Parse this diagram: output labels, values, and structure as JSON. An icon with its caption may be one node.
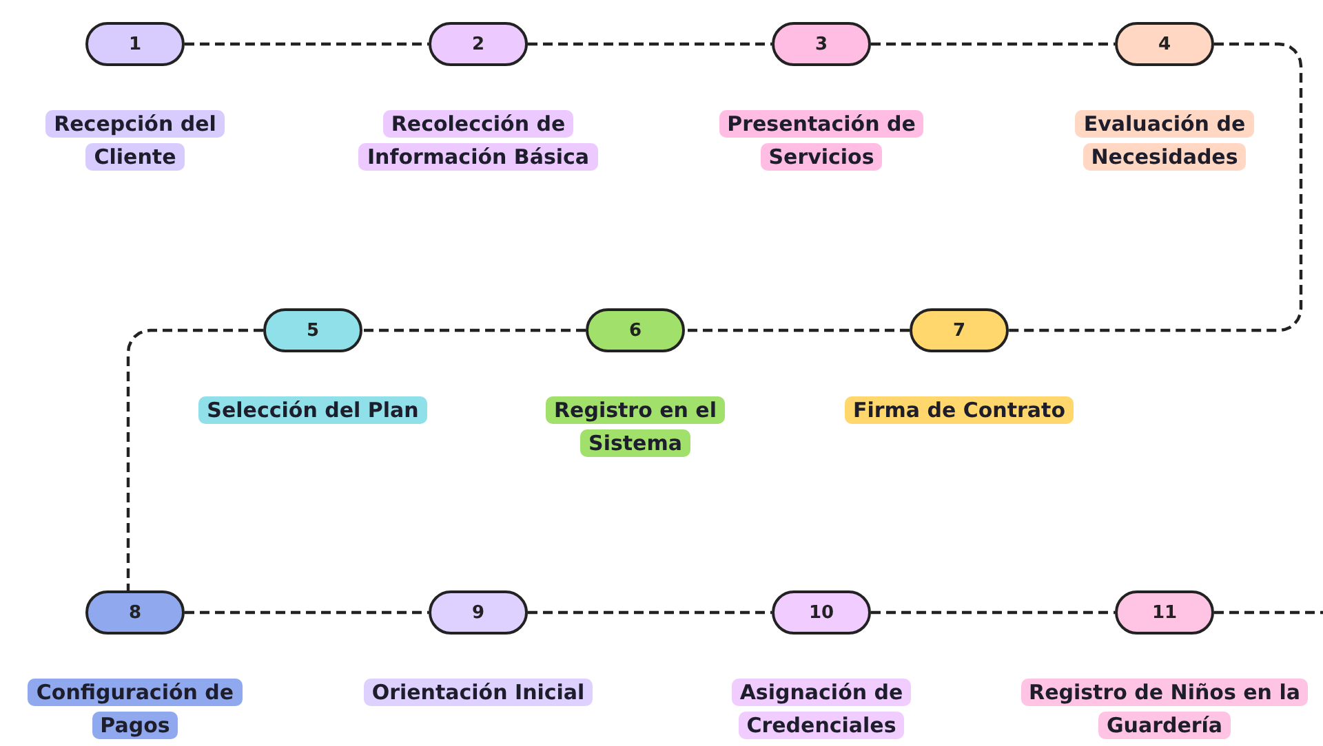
{
  "diagram": {
    "nodes": [
      {
        "text": [
          "1"
        ],
        "beside": [
          "Recepción del Cliente"
        ]
      },
      {
        "text": [
          "2"
        ],
        "beside": [
          "Recolección de Información Básica"
        ]
      },
      {
        "text": [
          "3"
        ],
        "beside": [
          "Presentación de Servicios"
        ]
      },
      {
        "text": [
          "4"
        ],
        "beside": [
          "Evaluación de Necesidades"
        ]
      },
      {
        "text": [
          "5"
        ],
        "beside": [
          "Selección del Plan"
        ]
      },
      {
        "text": [
          "6"
        ],
        "beside": [
          "Registro en el Sistema"
        ]
      },
      {
        "text": [
          "7"
        ],
        "beside": [
          "Firma de Contrato"
        ]
      },
      {
        "text": [
          "8"
        ],
        "beside": [
          "Configuración de Pagos"
        ]
      },
      {
        "text": [
          "9"
        ],
        "beside": [
          "Orientación Inicial"
        ]
      },
      {
        "text": [
          "10"
        ],
        "beside": [
          "Asignación de Credenciales"
        ]
      },
      {
        "text": [
          "11"
        ],
        "beside": [
          "Registro de Niños en la Guardería"
        ]
      }
    ],
    "edges": [
      {
        "from": 0,
        "to": 1,
        "arrow": "none",
        "style": "dashed"
      },
      {
        "from": 1,
        "to": 2,
        "arrow": "none",
        "style": "dashed"
      },
      {
        "from": 2,
        "to": 3,
        "arrow": "none",
        "style": "dashed"
      },
      {
        "from": 3,
        "to": 6,
        "arrow": "none",
        "style": "dashed"
      },
      {
        "from": 6,
        "to": 5,
        "arrow": "none",
        "style": "dashed"
      },
      {
        "from": 5,
        "to": 4,
        "arrow": "none",
        "style": "dashed"
      },
      {
        "from": 4,
        "to": 7,
        "arrow": "none",
        "style": "dashed"
      },
      {
        "from": 7,
        "to": 8,
        "arrow": "none",
        "style": "dashed"
      },
      {
        "from": 8,
        "to": 9,
        "arrow": "none",
        "style": "dashed"
      },
      {
        "from": 9,
        "to": 10,
        "arrow": "none",
        "style": "dashed"
      },
      {
        "from": 10,
        "to": null,
        "arrow": "none",
        "style": "dashed"
      }
    ]
  }
}
